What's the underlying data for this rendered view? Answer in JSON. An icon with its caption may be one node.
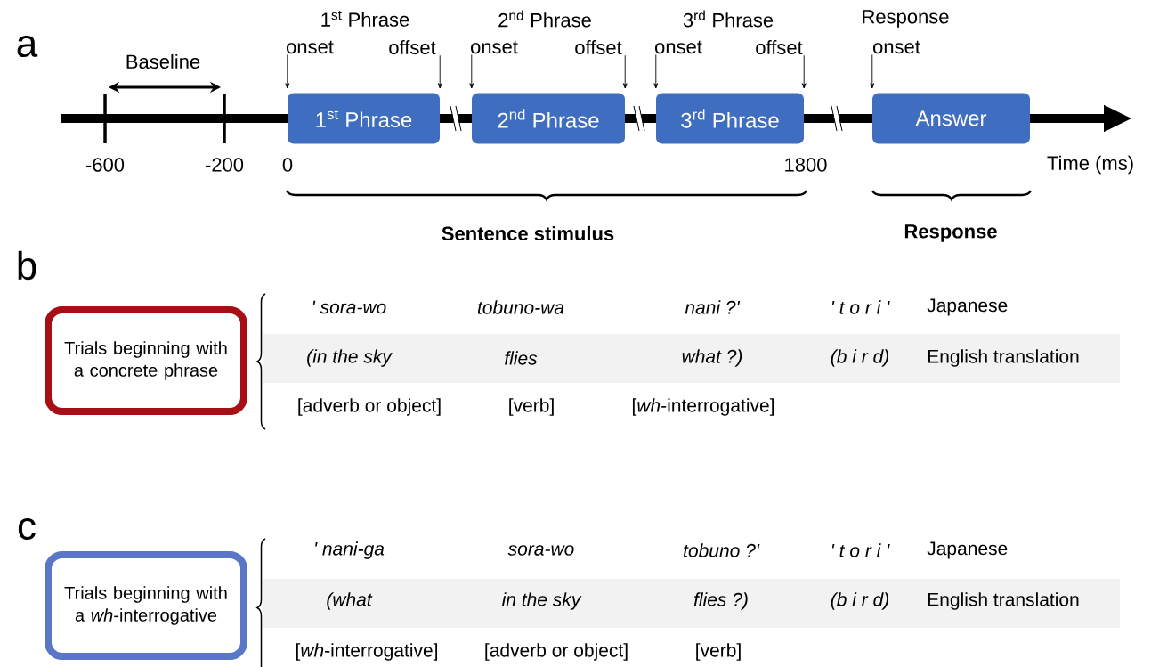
{
  "diagram": {
    "nodes": [
      {
        "text": [
          "1$^{st}$ Phrase"
        ]
      },
      {
        "text": [
          "2$^{nd}$ Phrase"
        ]
      },
      {
        "text": [
          "3$^{rd}$ Phrase"
        ]
      },
      {
        "text": [
          "Answer"
        ]
      },
      {
        "text": [
          "onset"
        ]
      },
      {
        "text": [
          "offset"
        ]
      },
      {
        "text": [
          "onset"
        ]
      },
      {
        "text": [
          "offset"
        ]
      },
      {
        "text": [
          "onset"
        ]
      },
      {
        "text": [
          "offset"
        ]
      },
      {
        "text": [
          "onset"
        ]
      },
      {
        "text": [
          "Trials beginning with a concrete phrase"
        ]
      },
      {
        "text": [
          "Trials beginning with a *wh*-interrogative"
        ]
      }
    ],
    "edges": [
      {
        "from": 4,
        "to": 0,
        "arrow": "to"
      },
      {
        "from": 5,
        "to": 0,
        "arrow": "to"
      },
      {
        "from": 6,
        "to": 1,
        "arrow": "to"
      },
      {
        "from": 7,
        "to": 1,
        "arrow": "to"
      },
      {
        "from": 8,
        "to": 2,
        "arrow": "to"
      },
      {
        "from": 9,
        "to": 2,
        "arrow": "to"
      },
      {
        "from": 10,
        "to": 3,
        "arrow": "to"
      }
    ],
    "labels": [
      "a",
      "Baseline",
      "1$^{st}$ Phrase",
      "2$^{nd}$ Phrase",
      "3$^{rd}$ Phrase",
      "Response",
      "-600",
      "-200",
      "0",
      "1800",
      "Time (ms)",
      "Sentence stimulus",
      "Response",
      "b",
      "' sora-wo",
      "tobuno-wa",
      "nani ?'",
      "' t o r i '",
      "Japanese",
      "(in the sky",
      "flies",
      "what ?)",
      "(b i r d)",
      "English translation",
      "[adverb or object]",
      "[verb]",
      "[*wh*-interrogative]",
      "c",
      "' nani-ga",
      "sora-wo",
      "tobuno ?'",
      "' t o r i '",
      "Japanese",
      "(what",
      "in the sky",
      "flies ?)",
      "(b i r d)",
      "English translation",
      "[*wh*-interrogative]",
      "[adverb or object]",
      "[verb]"
    ]
  }
}
